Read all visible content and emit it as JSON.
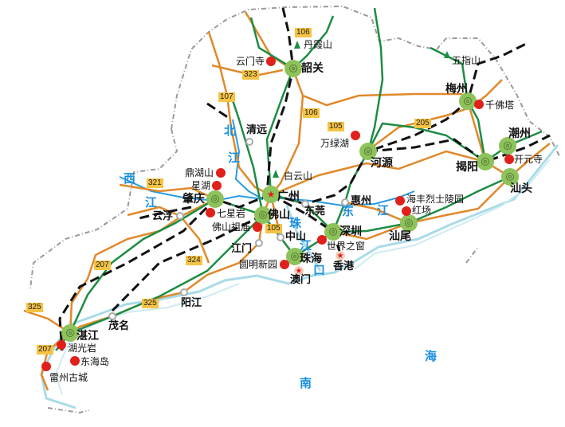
{
  "colors": {
    "road": "#e0892a",
    "expressway": "#1e8c45",
    "railway": "#111111",
    "river": "#2a9be0",
    "coast": "#a9dbe8",
    "border": "#9a9a9a",
    "city_marker": "#8dc35a",
    "attraction": "#e0201a",
    "badge": "#f6c343"
  },
  "cities": [
    {
      "name": "韶关",
      "icon": "city-marker"
    },
    {
      "name": "梅州",
      "icon": "city-marker"
    },
    {
      "name": "潮州",
      "icon": "city-marker"
    },
    {
      "name": "河源",
      "icon": "city-marker"
    },
    {
      "name": "揭阳",
      "icon": "city-marker"
    },
    {
      "name": "汕头",
      "icon": "city-marker"
    },
    {
      "name": "肇庆",
      "icon": "city-marker"
    },
    {
      "name": "广州",
      "icon": "capital-star"
    },
    {
      "name": "佛山",
      "icon": "city-marker"
    },
    {
      "name": "深圳",
      "icon": "city-marker"
    },
    {
      "name": "汕尾",
      "icon": "city-marker"
    },
    {
      "name": "珠海",
      "icon": "city-marker"
    },
    {
      "name": "湛江",
      "icon": "city-marker"
    }
  ],
  "towns": [
    "清远",
    "云浮",
    "东莞",
    "惠州",
    "中山",
    "江门",
    "阳江",
    "茂名"
  ],
  "attractions": [
    "云门寺",
    "丹霞山",
    "万绿湖",
    "千佛塔",
    "五指山",
    "鼎湖山",
    "星湖",
    "七星岩",
    "白云山",
    "佛山祖庙",
    "世界之窗",
    "香港",
    "澳门",
    "圆明新园",
    "海丰烈士陵园",
    "红场",
    "开元寺",
    "湖光岩",
    "东海岛",
    "雷州古城"
  ],
  "roads": [
    "106",
    "323",
    "107",
    "106",
    "105",
    "205",
    "321",
    "105",
    "324",
    "207",
    "325",
    "325",
    "207"
  ],
  "water": [
    "北",
    "江",
    "西",
    "江",
    "珠",
    "江",
    "口",
    "东",
    "江",
    "海",
    "南"
  ]
}
